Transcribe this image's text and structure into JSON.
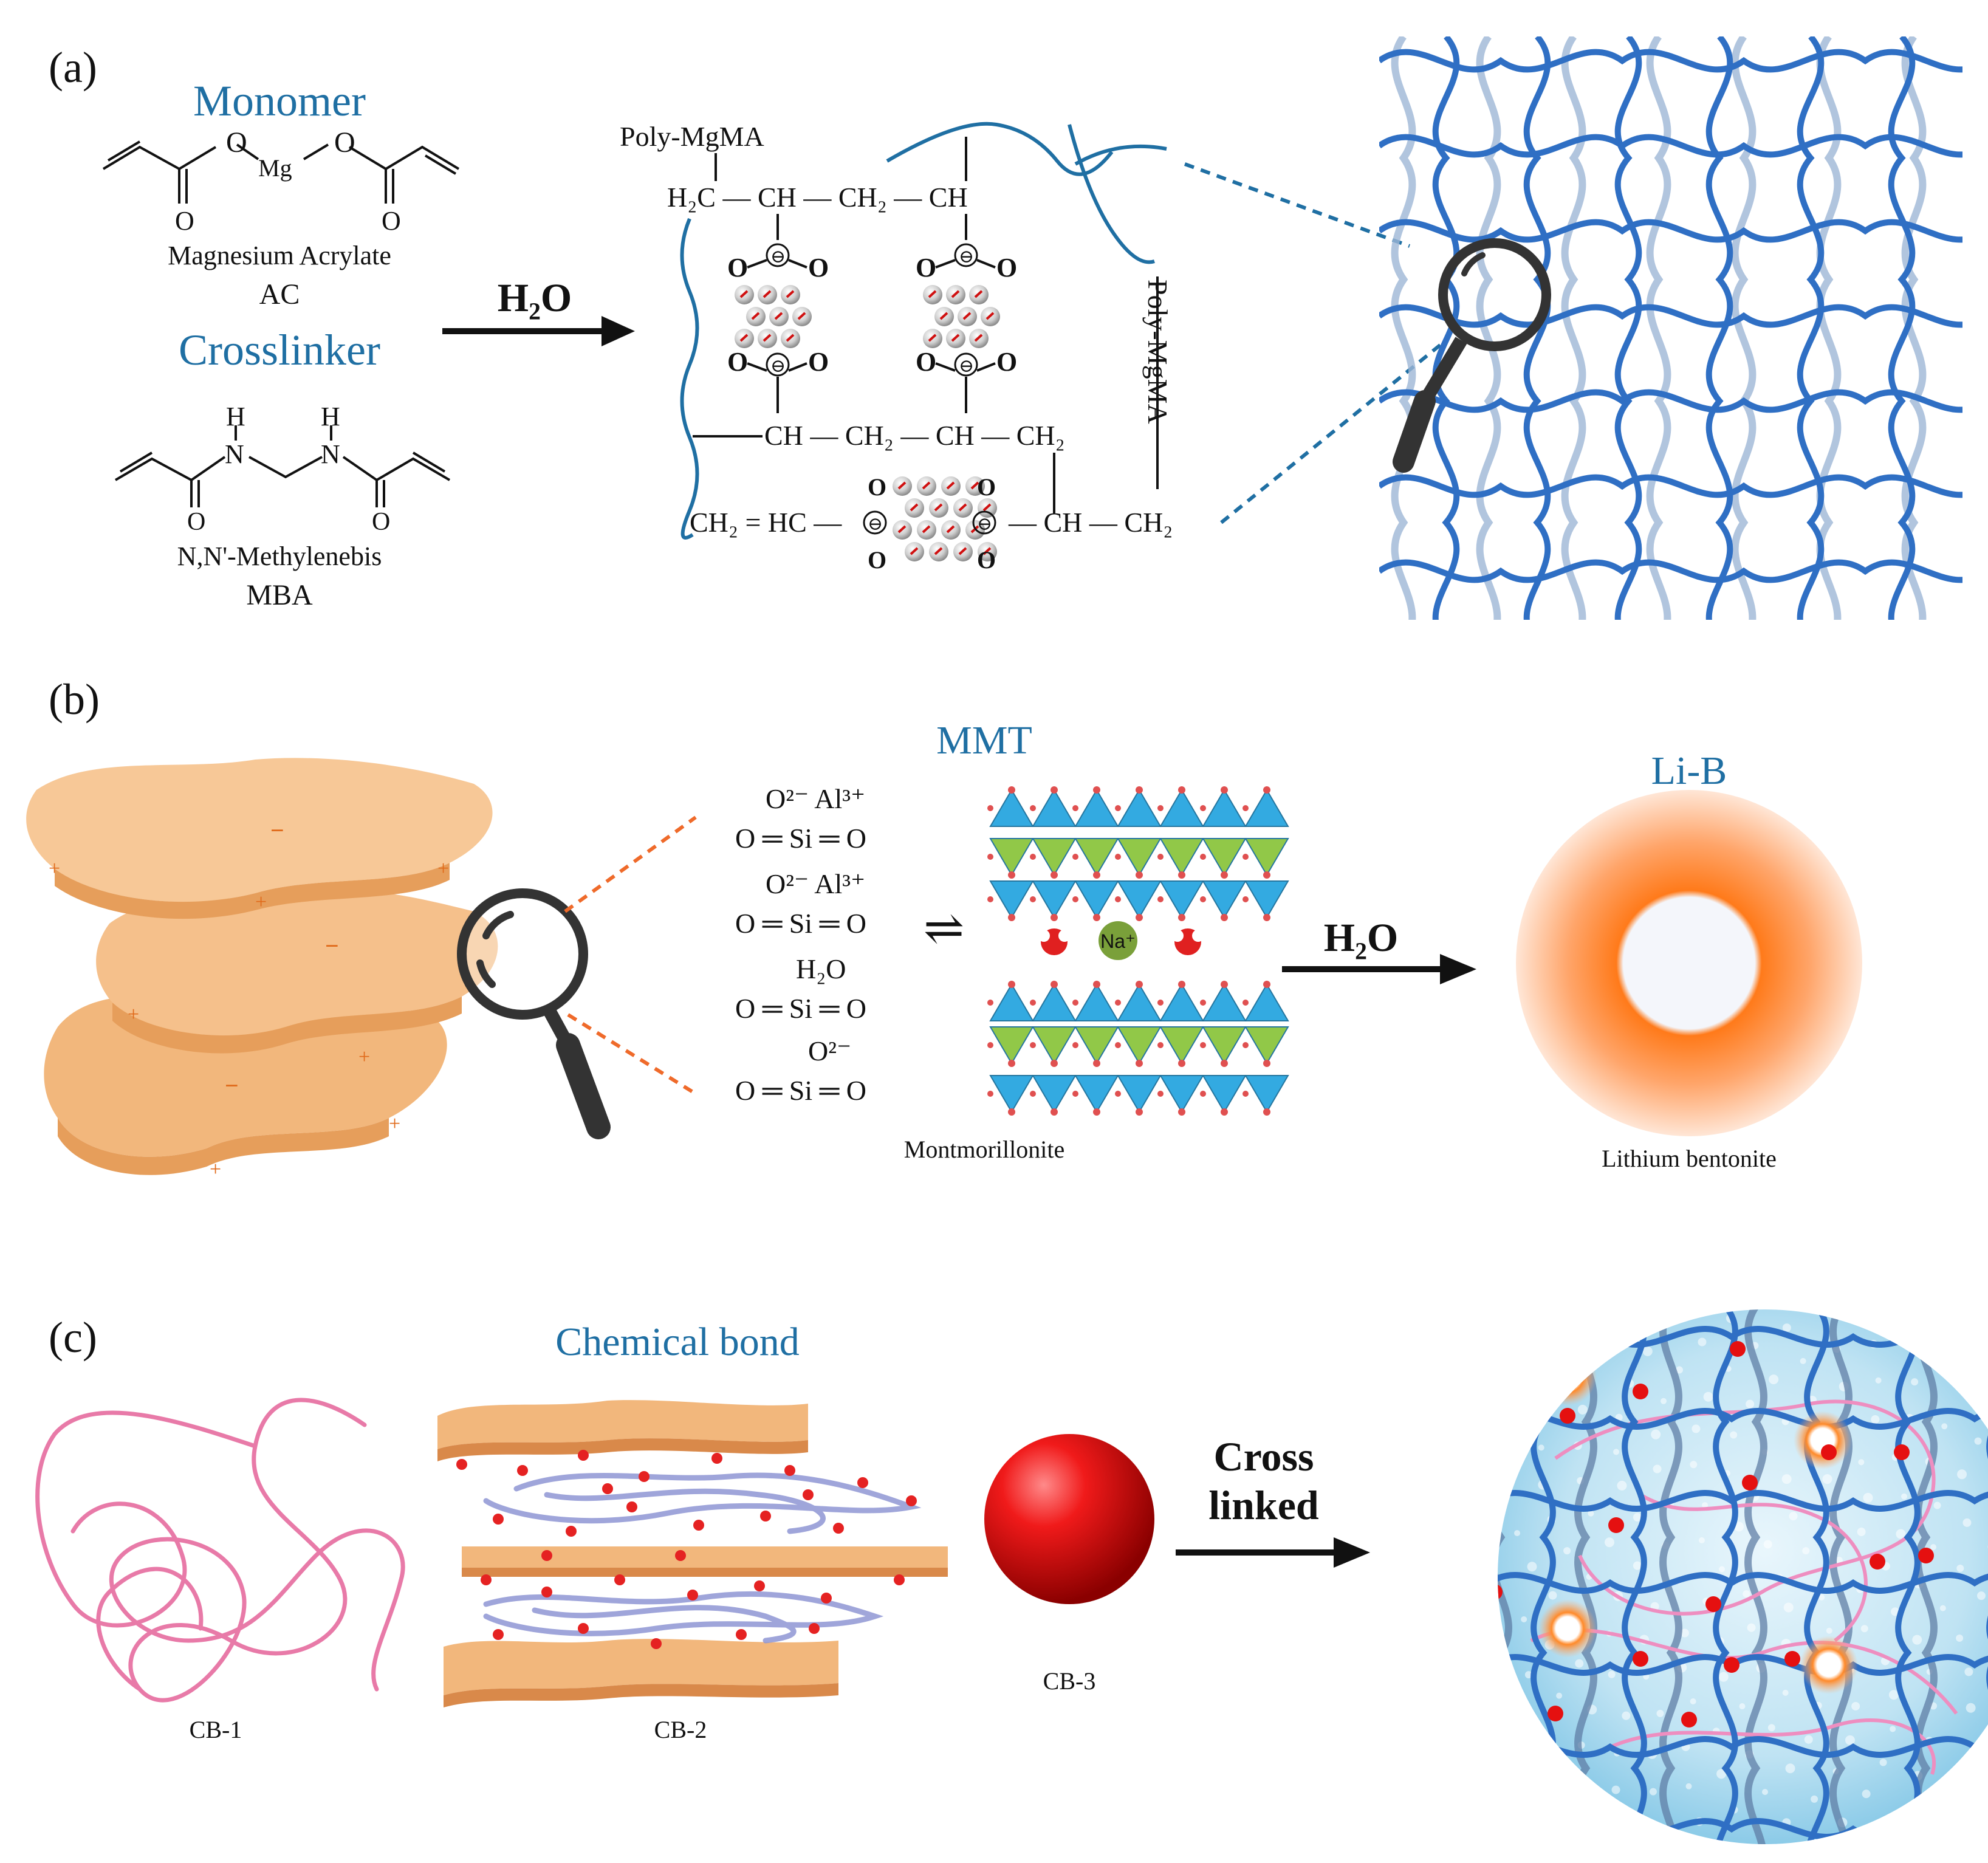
{
  "panel_a": {
    "label": "(a)",
    "monomer_title": "Monomer",
    "ac_atom_o1": "O",
    "ac_atom_mg": "Mg",
    "ac_atom_o2": "O",
    "ac_carbonyl_o1": "O",
    "ac_carbonyl_o2": "O",
    "ac_name": "Magnesium Acrylate",
    "ac_abbr": "AC",
    "crosslinker_title": "Crosslinker",
    "mba_h1": "H",
    "mba_h2": "H",
    "mba_n1": "N",
    "mba_n2": "N",
    "mba_carbonyl_o1": "O",
    "mba_carbonyl_o2": "O",
    "mba_name": "N,N'-Methylenebis",
    "mba_abbr": "MBA",
    "arrow_label": "H₂O",
    "poly_label_top": "Poly-MgMA",
    "poly_label_side": "Poly-MgMA",
    "struct_top_row": "H₂C — CH — CH₂ — CH",
    "struct_mid_row": "CH — CH₂ — CH — CH₂",
    "struct_bottom_left": "CH₂ = HC —",
    "struct_bottom_right": "— CH — CH₂",
    "carboxylate_o": "O",
    "minus": "⊖"
  },
  "panel_b": {
    "label": "(b)",
    "mmt_title": "MMT",
    "row1_ions": "O²⁻   Al³⁺",
    "row2_ions": "O²⁻   Al³⁺",
    "row3_ions": "H₂O",
    "row4_ions": "O²⁻",
    "sio2_formula": "O ═ Si ═ O",
    "equilibrium": "⇌",
    "sodium_ion": "Na⁺",
    "mont_label": "Montmorillonite",
    "arrow_label": "H₂O",
    "lib_title": "Li-B",
    "lib_name": "Lithium bentonite",
    "minus_sign": "−",
    "plus_sign": "+"
  },
  "panel_c": {
    "label": "(c)",
    "chem_bond_title": "Chemical bond",
    "cb1": "CB-1",
    "cb2": "CB-2",
    "cb3": "CB-3",
    "arrow_line1": "Cross",
    "arrow_line2": "linked"
  },
  "colors": {
    "title_blue": "#1f6fa3",
    "network_blue": "#2f6fc4",
    "clay_orange": "#f2b77c",
    "pink_polymer": "#e87aa8",
    "sphere_red": "#e01010",
    "dashed_blue": "#1f6fa3",
    "dashed_orange": "#ef6a2a"
  }
}
